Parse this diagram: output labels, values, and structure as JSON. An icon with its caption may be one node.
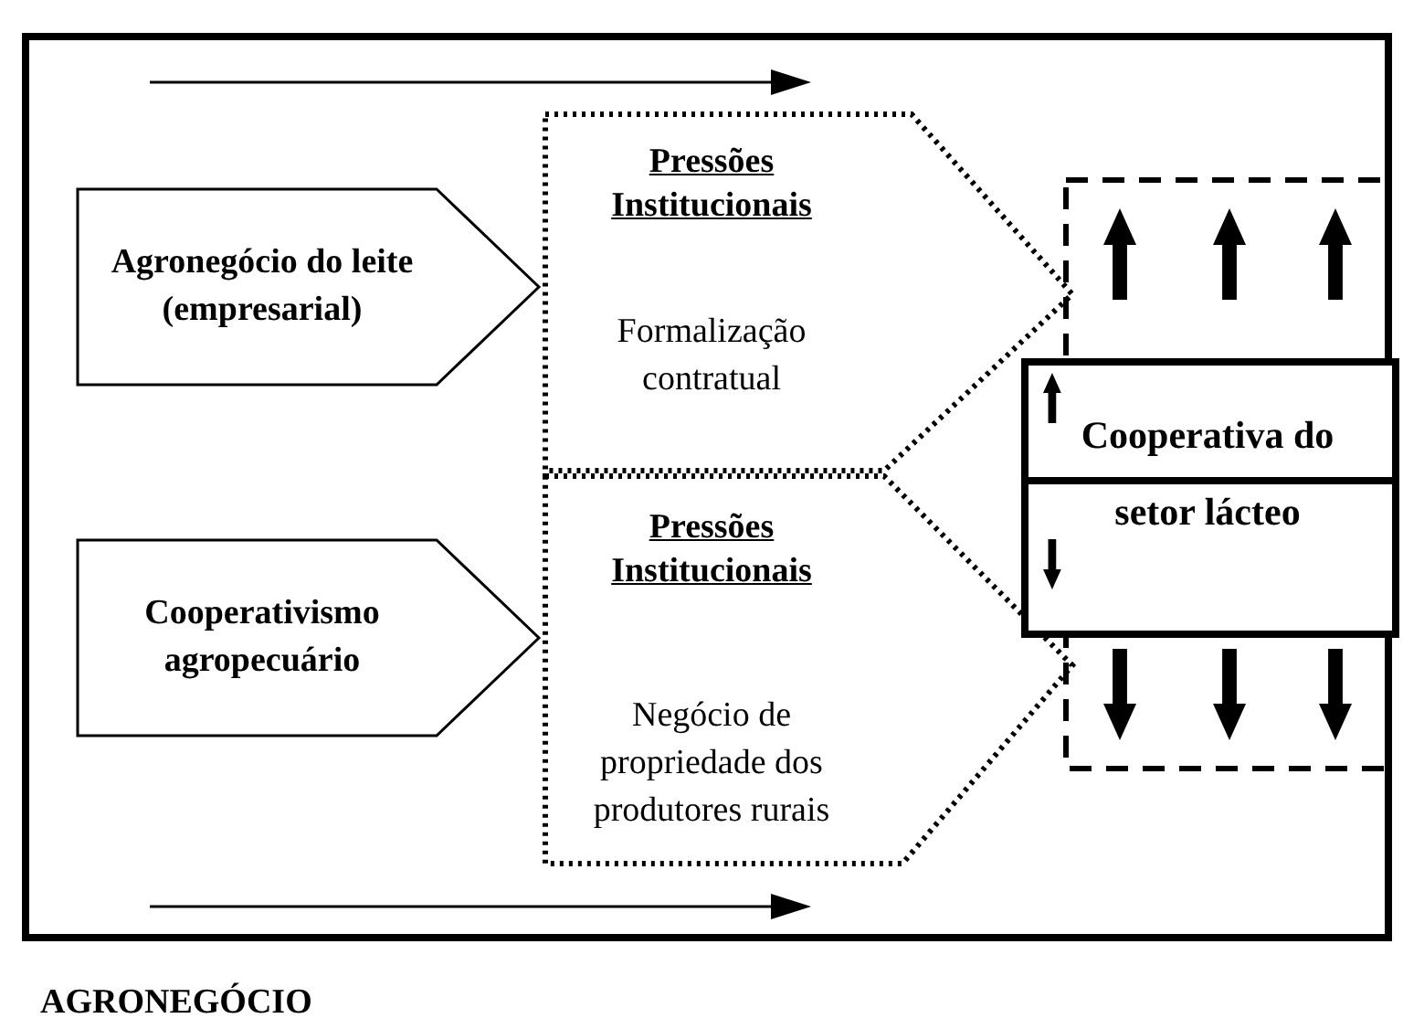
{
  "diagram": {
    "nodes": [
      {
        "text": [
          "AGRONEGÓCIO"
        ]
      },
      {
        "text": [
          "Agronegócio do leite (empresarial)"
        ],
        "in": 0
      },
      {
        "text": [
          "Cooperativismo agropecuário"
        ],
        "in": 0
      },
      {
        "text": [
          "Pressões Institucionais",
          "Formalização contratual"
        ],
        "in": 0
      },
      {
        "text": [
          "Pressões Institucionais",
          "Negócio de propriedade dos produtores rurais"
        ],
        "in": 0
      },
      {
        "text": [],
        "shape": "box",
        "in": 0
      },
      {
        "text": [
          "Cooperativa do setor lácteo"
        ],
        "in": 0
      }
    ]
  }
}
